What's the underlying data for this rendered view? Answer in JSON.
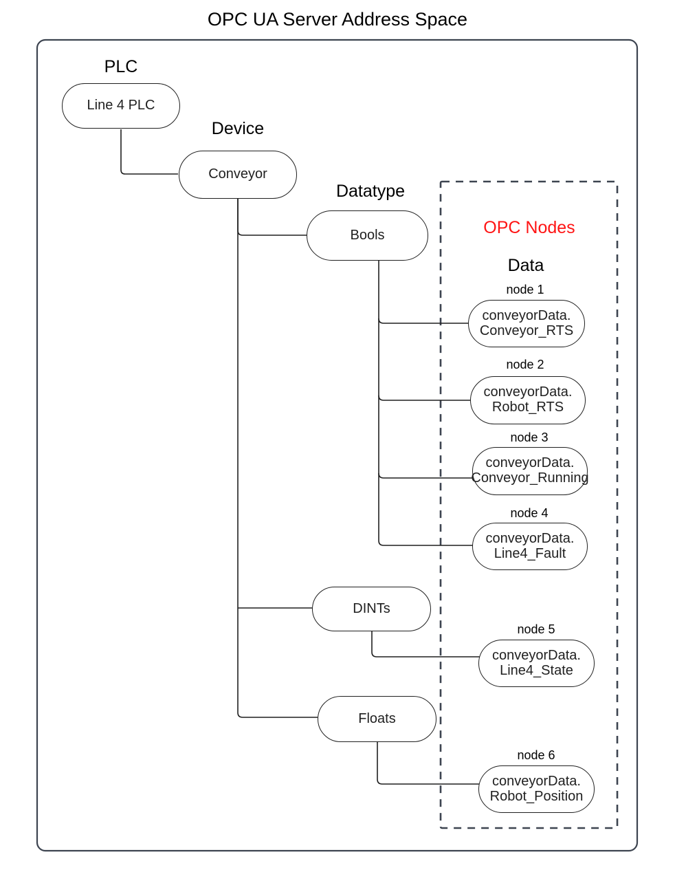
{
  "title": "OPC UA Server Address Space",
  "colors": {
    "outline": "#3d4450",
    "stroke": "#1f1f1f",
    "accent_red": "#ff1414",
    "background": "#ffffff"
  },
  "captions": {
    "plc": "PLC",
    "device": "Device",
    "datatype": "Datatype",
    "opc_nodes": "OPC Nodes",
    "data": "Data"
  },
  "tree": {
    "plc_node": "Line 4 PLC",
    "device_node": "Conveyor",
    "datatypes": [
      {
        "label": "Bools"
      },
      {
        "label": "DINTs"
      },
      {
        "label": "Floats"
      }
    ]
  },
  "opc_nodes": [
    {
      "caption": "node 1",
      "line1": "conveyorData.",
      "line2": "Conveyor_RTS"
    },
    {
      "caption": "node 2",
      "line1": "conveyorData.",
      "line2": "Robot_RTS"
    },
    {
      "caption": "node 3",
      "line1": "conveyorData.",
      "line2": "Conveyor_Running"
    },
    {
      "caption": "node 4",
      "line1": "conveyorData.",
      "line2": "Line4_Fault"
    },
    {
      "caption": "node 5",
      "line1": "conveyorData.",
      "line2": "Line4_State"
    },
    {
      "caption": "node 6",
      "line1": "conveyorData.",
      "line2": "Robot_Position"
    }
  ]
}
